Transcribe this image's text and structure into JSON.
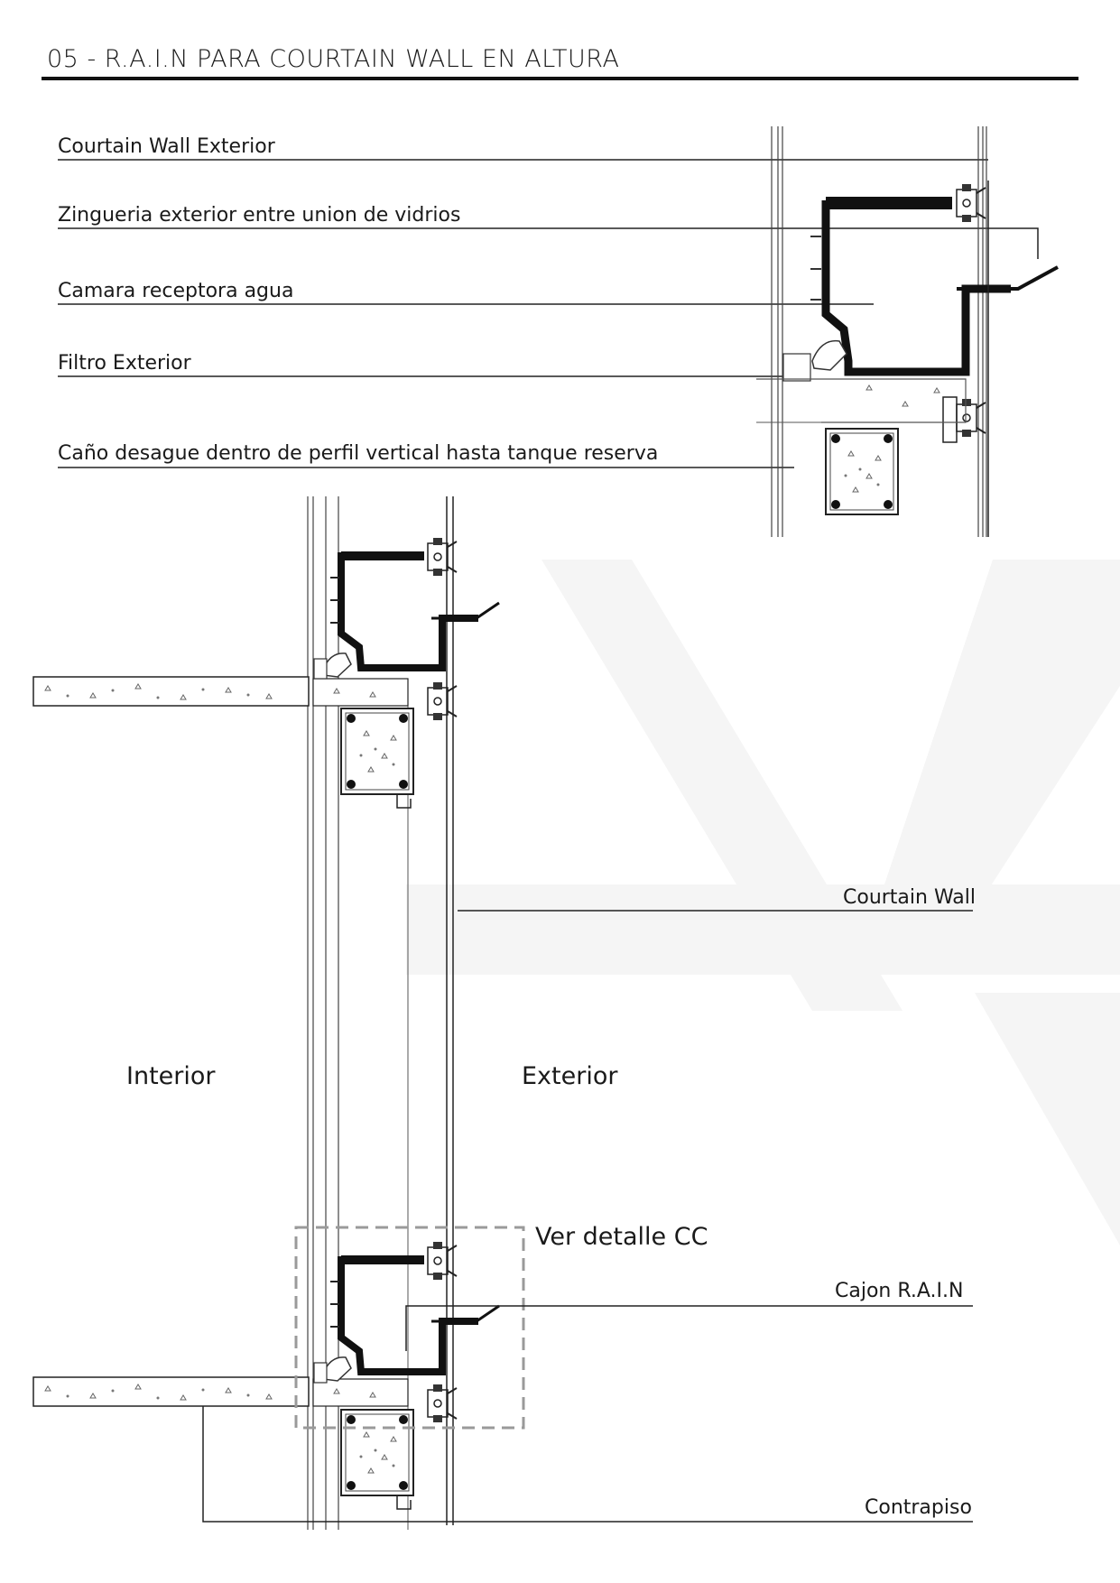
{
  "title": "05 - R.A.I.N PARA COURTAIN WALL EN ALTURA",
  "detail_labels": {
    "courtain_wall_exterior": "Courtain Wall Exterior",
    "zingueria": "Zingueria exterior entre union de vidrios",
    "camara": "Camara receptora agua",
    "filtro": "Filtro Exterior",
    "cano": "Caño desague dentro de perfil vertical hasta tanque reserva"
  },
  "section_labels": {
    "courtain_wall": "Courtain Wall",
    "interior": "Interior",
    "exterior": "Exterior",
    "ver_detalle": "Ver detalle CC",
    "cajon": "Cajon R.A.I.N",
    "contrapiso": "Contrapiso"
  },
  "colors": {
    "ink": "#111111",
    "line": "#333333",
    "hatch": "#555555",
    "dashed_frame": "#9a9a9a",
    "watermark": "#f4f4f4"
  }
}
